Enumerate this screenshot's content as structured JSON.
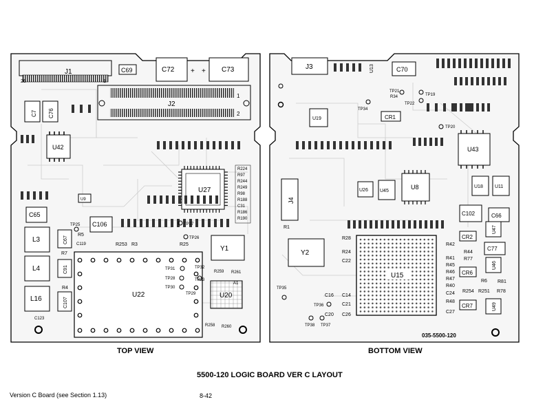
{
  "views": {
    "top": "TOP VIEW",
    "bottom": "BOTTOM VIEW"
  },
  "title": "5500-120 LOGIC BOARD VER C LAYOUT",
  "footer": {
    "left": "Version C Board (see Section 1.13)",
    "page": "8-42"
  },
  "part_number": "035-5500-120",
  "top_board": {
    "labels": {
      "j1": "J1",
      "j2": "J2",
      "c72": "C72",
      "c73": "C73",
      "c69": "C69",
      "u42": "U42",
      "u27": "U27",
      "u22": "U22",
      "u20": "U20",
      "c65": "C65",
      "c106": "C106",
      "l3": "L3",
      "l4": "L4",
      "l16": "L16",
      "c67": "C67",
      "c91": "C91",
      "c107": "C107",
      "y1": "Y1",
      "c123": "C123",
      "r4": "R4",
      "r5": "R5",
      "r7": "R7",
      "c119": "C119",
      "r253": "R253",
      "r3": "R3",
      "r25": "R25",
      "r258": "R258",
      "r260": "R260",
      "r259": "R259",
      "r261": "R261",
      "tp25": "TP25",
      "tp26": "TP26",
      "tp27": "TP27",
      "tp28": "TP28",
      "tp29": "TP29",
      "tp30": "TP30",
      "tp31": "TP31",
      "tp32": "TP32",
      "tp33": "TP33",
      "r224": "R224",
      "r97": "R97",
      "r244": "R244",
      "r249": "R249",
      "r98": "R98",
      "r188": "R188",
      "c31": "C31",
      "r186": "R186",
      "r190": "R190",
      "c7": "C7",
      "c76": "C76",
      "u9": "U9",
      "a1": "A1"
    }
  },
  "bottom_board": {
    "labels": {
      "j3": "J3",
      "j4": "J4",
      "u13": "U13",
      "u19": "U19",
      "u26": "U26",
      "u45": "U45",
      "u8": "U8",
      "u43": "U43",
      "u18": "U18",
      "u11": "U11",
      "u47": "U47",
      "u46": "U46",
      "u49": "U49",
      "u15": "U15",
      "y2": "Y2",
      "c70": "C70",
      "cr1": "CR1",
      "cr2": "CR2",
      "cr6": "CR6",
      "cr7": "CR7",
      "c102": "C102",
      "c66": "C66",
      "c77": "C77",
      "r1": "R1",
      "c16": "C16",
      "c14": "C14",
      "c21": "C21",
      "c20": "C20",
      "c26": "C26",
      "c22": "C22",
      "c24": "C24",
      "c27": "C27",
      "r28": "R28",
      "r24": "R24",
      "r42": "R42",
      "r44": "R44",
      "r41": "R41",
      "r77": "R77",
      "r45": "R45",
      "r46": "R46",
      "r47": "R47",
      "r40": "R40",
      "r48": "R48",
      "r6": "R6",
      "r81": "R81",
      "r78": "R78",
      "r251": "R251",
      "r254": "R254",
      "r34": "R34",
      "tp19": "TP19",
      "tp20": "TP20",
      "tp21": "TP21",
      "tp22": "TP22",
      "tp34": "TP34",
      "tp35": "TP35",
      "tp36": "TP36",
      "tp37": "TP37",
      "tp38": "TP38"
    }
  }
}
